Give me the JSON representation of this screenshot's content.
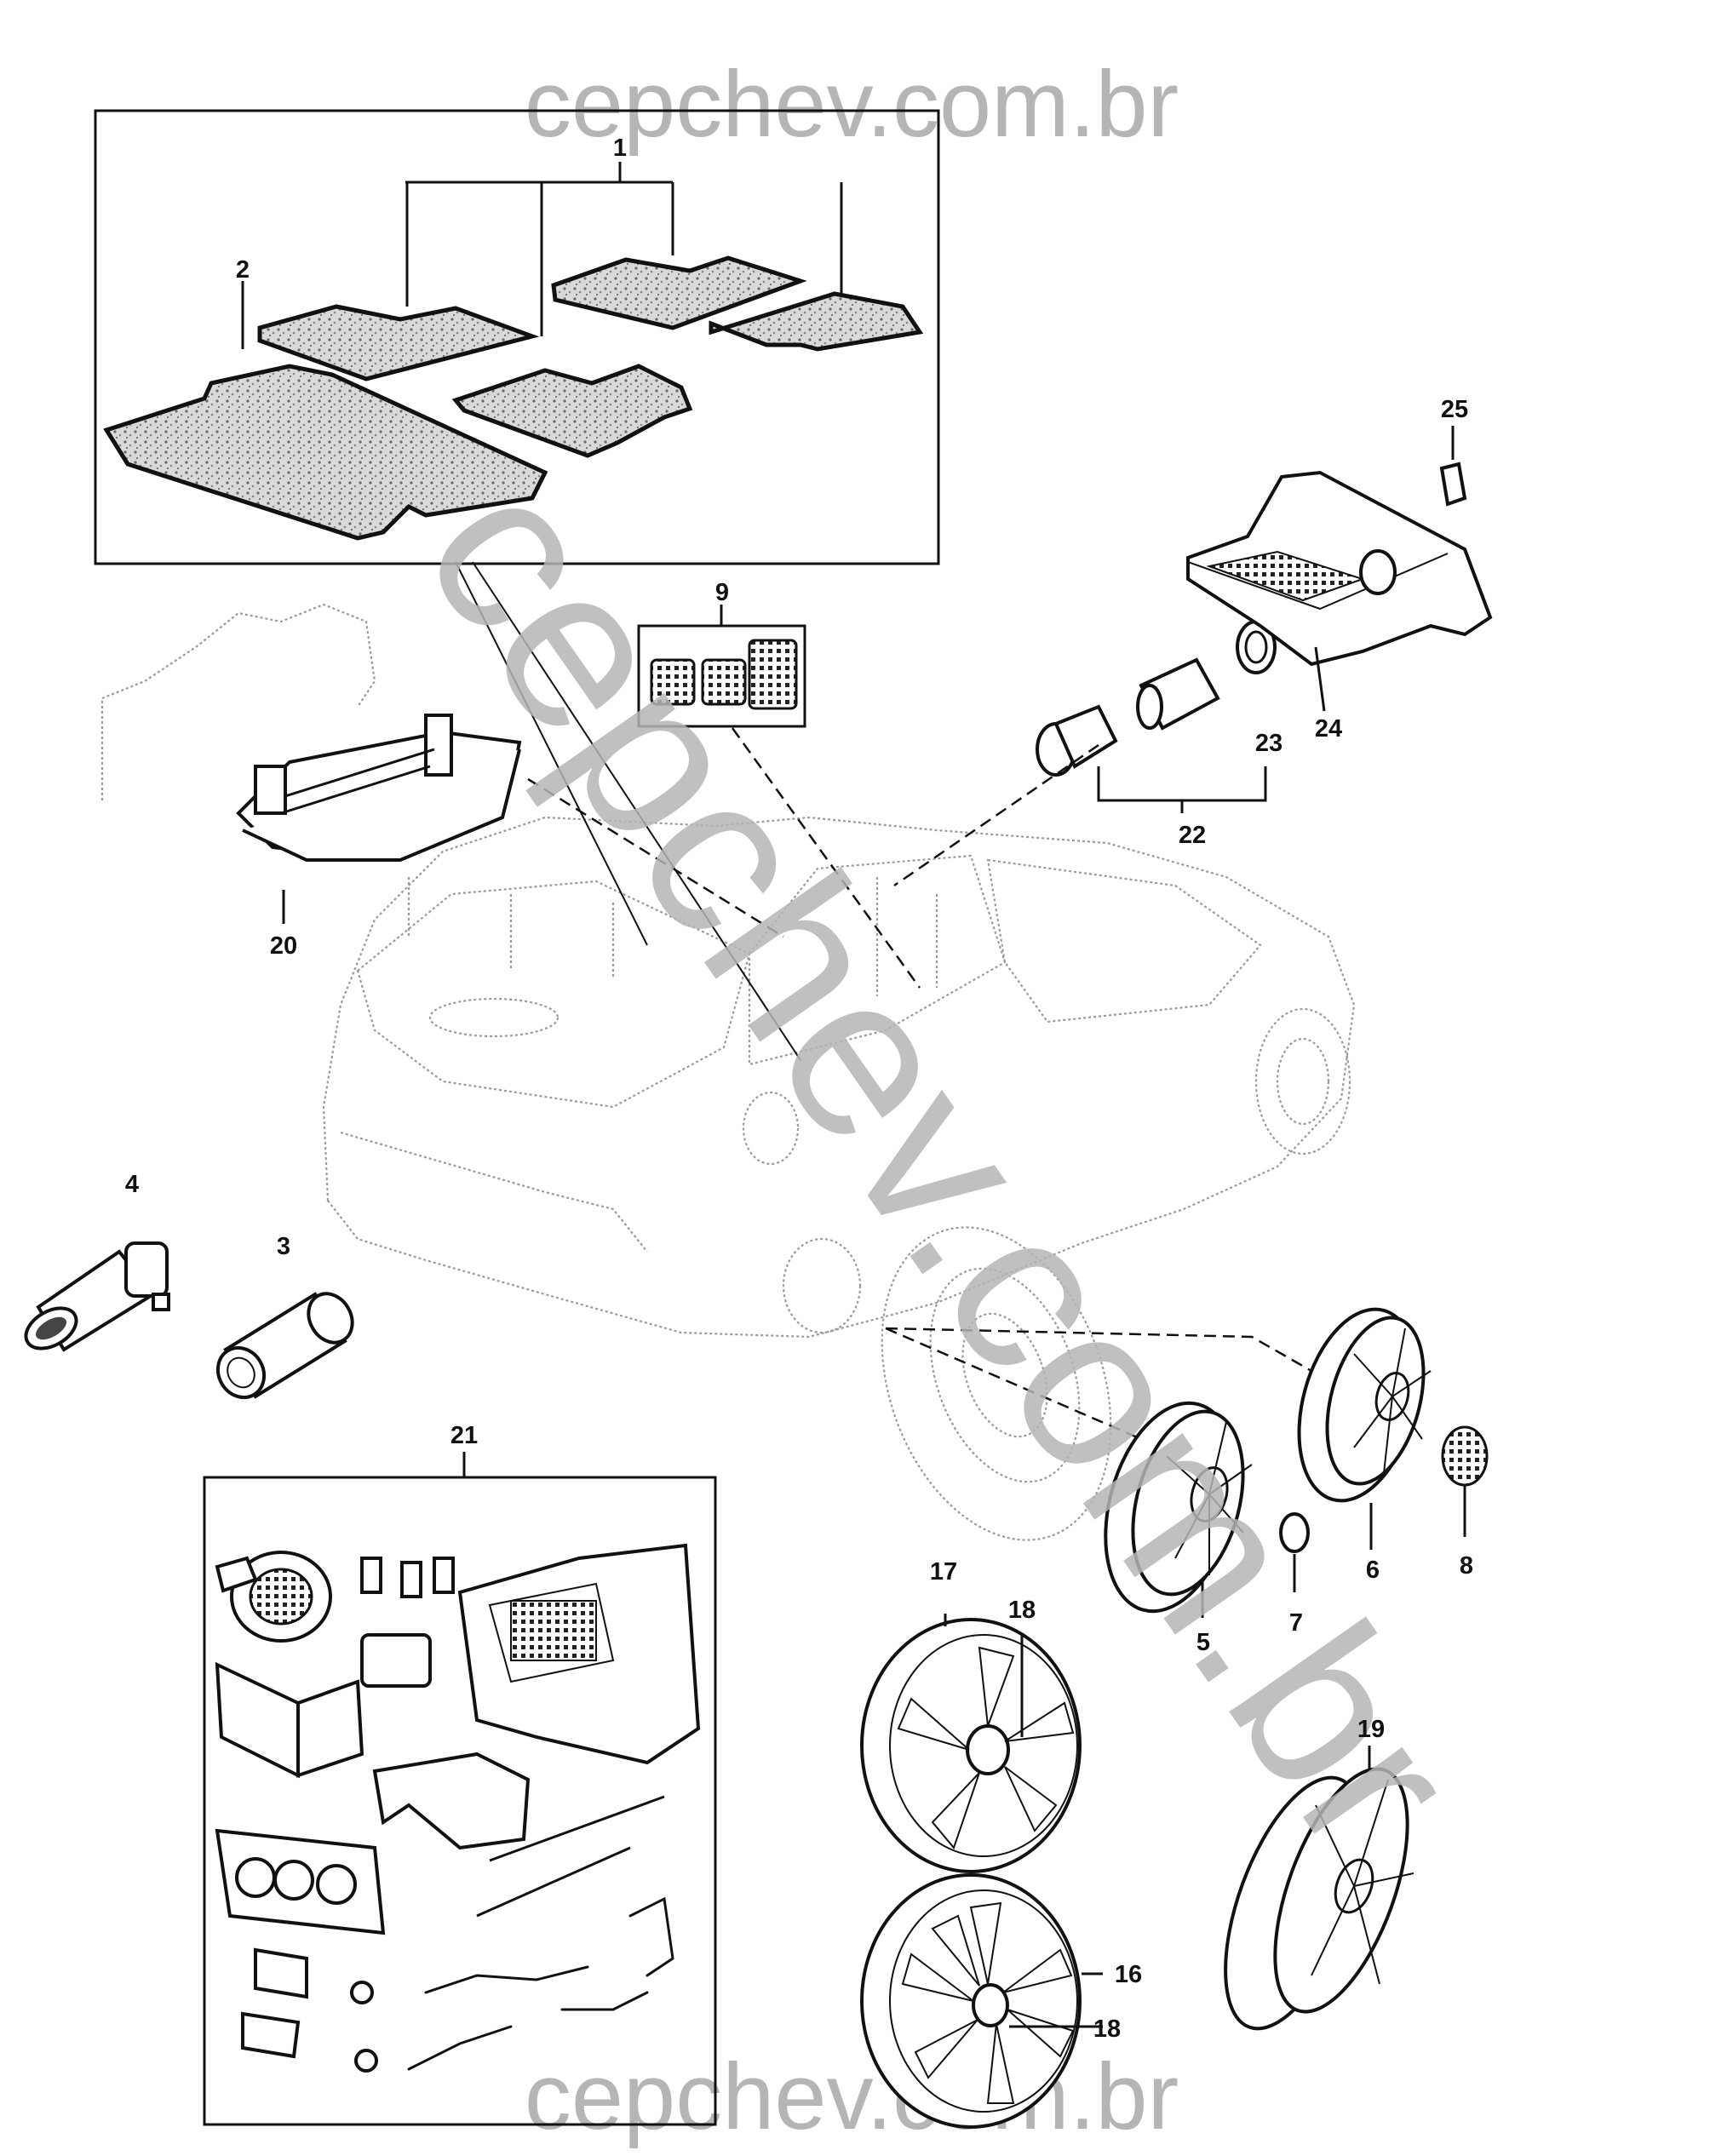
{
  "watermark": {
    "top": "cepchev.com.br",
    "bottom": "cepchev.com.br",
    "diagonal": "cepchev.com.br"
  },
  "callouts": {
    "c1": "1",
    "c2": "2",
    "c3": "3",
    "c4": "4",
    "c5": "5",
    "c6": "6",
    "c7": "7",
    "c8": "8",
    "c9": "9",
    "c16": "16",
    "c17": "17",
    "c18a": "18",
    "c18b": "18",
    "c19": "19",
    "c20": "20",
    "c21": "21",
    "c22": "22",
    "c23": "23",
    "c24": "24",
    "c25": "25"
  }
}
